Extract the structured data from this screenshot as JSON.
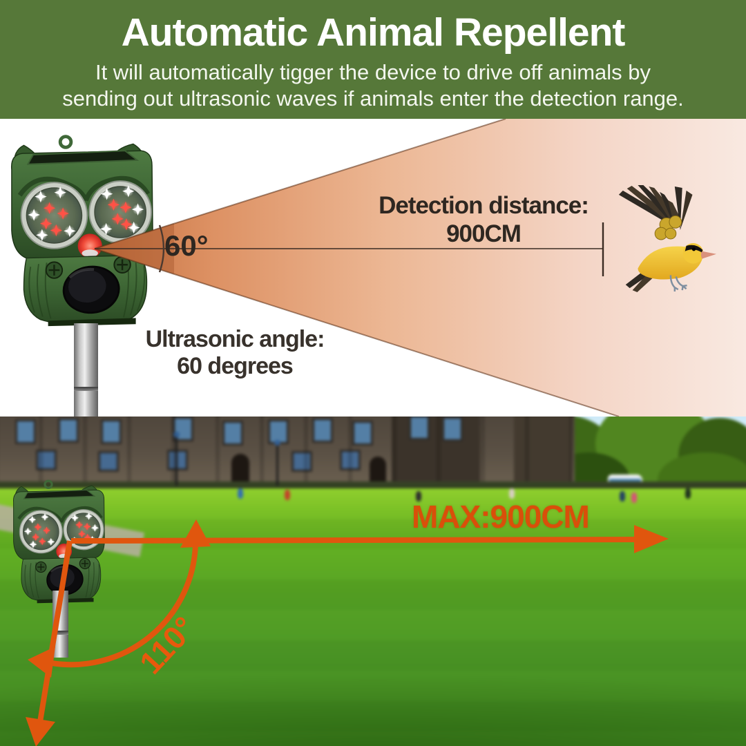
{
  "header": {
    "title": "Automatic Animal Repellent",
    "subtitle_line1": "It will automatically tigger the device to drive off animals by",
    "subtitle_line2": "sending out ultrasonic waves if animals enter the detection range."
  },
  "diagram": {
    "angle_label": "60°",
    "detection_line1": "Detection distance:",
    "detection_line2": "900CM",
    "ultrasonic_line1": "Ultrasonic angle:",
    "ultrasonic_line2": "60 degrees"
  },
  "photo": {
    "max_label": "MAX:900CM",
    "angle_label": "110°"
  },
  "icons": {
    "device": "owl-ultrasonic-repeller-device",
    "bird": "flying-oriole-bird",
    "cone": "detection-cone",
    "arrows": "distance-and-angle-arrows"
  },
  "colors": {
    "header_green": "#567839",
    "annotation_orange": "#e0560e",
    "max_text_orange": "#d94f0a",
    "cone_near": "#c97a4c",
    "cone_far": "#f9e9e1",
    "device_green": "#3c6433",
    "led_red": "#ff5246",
    "text_dark": "#2e2721"
  }
}
